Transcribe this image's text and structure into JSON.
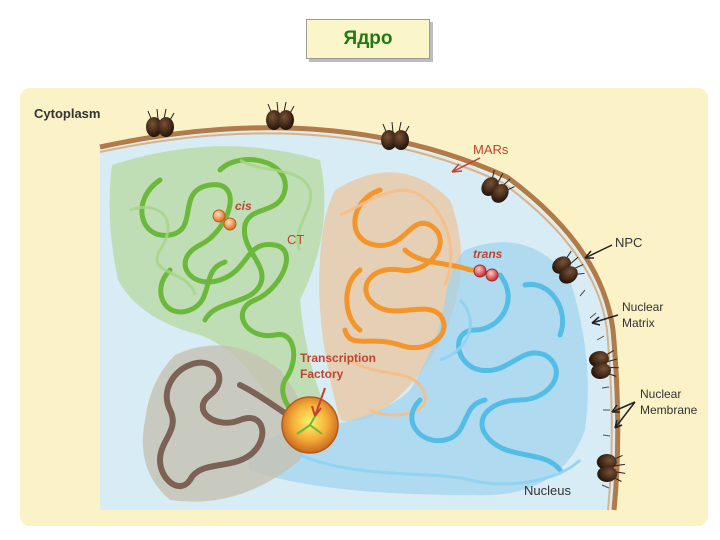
{
  "title": "Ядро",
  "labels": {
    "cytoplasm": "Cytoplasm",
    "mars": "MARs",
    "cis": "cis",
    "ct": "CT",
    "trans": "trans",
    "npc": "NPC",
    "nuclear_matrix_1": "Nuclear",
    "nuclear_matrix_2": "Matrix",
    "transcription_1": "Transcription",
    "transcription_2": "Factory",
    "nuclear_membrane_1": "Nuclear",
    "nuclear_membrane_2": "Membrane",
    "nucleus": "Nucleus"
  },
  "colors": {
    "panel_bg": "#fbf2c8",
    "nucleus_fill": "#d8ecf6",
    "membrane": "#b07a4a",
    "green": "#78c040",
    "orange": "#f2952a",
    "blue": "#54bde6",
    "brown": "#7c6255",
    "annotation": "#c0432e",
    "text_dark": "#333333"
  }
}
